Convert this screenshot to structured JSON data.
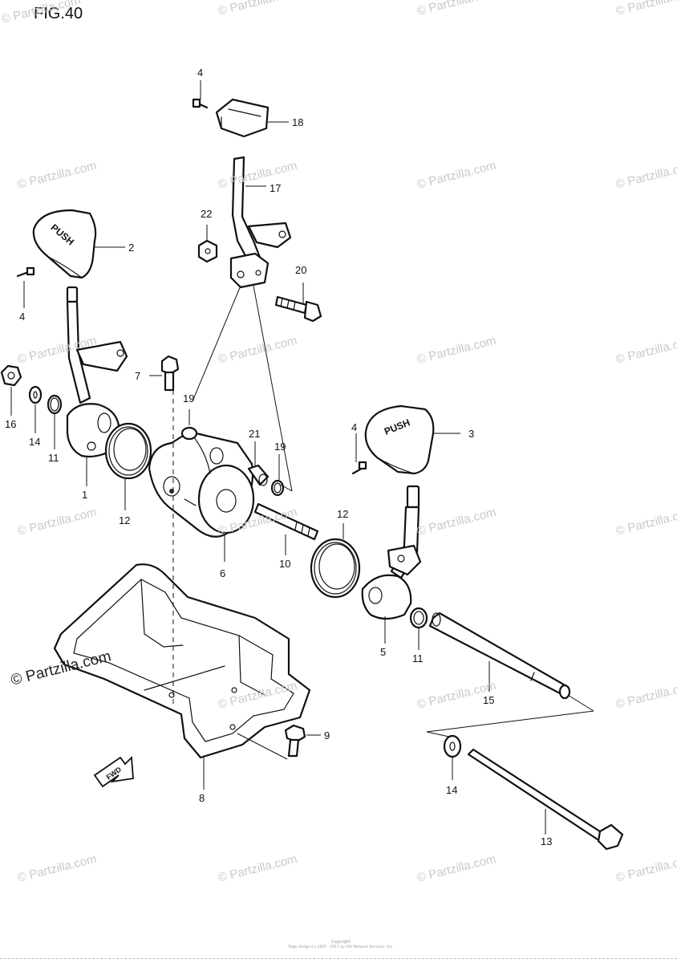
{
  "figure": {
    "title": "FIG.40"
  },
  "watermark": {
    "text": "© Partzilla.com",
    "prominent_text": "© Partzilla.com",
    "color": "#c9c9c9"
  },
  "callouts": {
    "c1": "1",
    "c2": "2",
    "c3": "3",
    "c4a": "4",
    "c4b": "4",
    "c4c": "4",
    "c5": "5",
    "c6": "6",
    "c7": "7",
    "c8": "8",
    "c9": "9",
    "c10": "10",
    "c11a": "11",
    "c11b": "11",
    "c12a": "12",
    "c12b": "12",
    "c13": "13",
    "c14a": "14",
    "c14b": "14",
    "c15": "15",
    "c16": "16",
    "c17": "17",
    "c18": "18",
    "c19a": "19",
    "c19b": "19",
    "c20": "20",
    "c21": "21",
    "c22": "22"
  },
  "parts": {
    "knob_2_label": "PUSH",
    "knob_3_label": "PUSH",
    "fwd_arrow_label": "FWD"
  },
  "footer": {
    "line1": "Copyright",
    "line2": "Page design (c) 2001 - 2017 by ARI Network Services, Inc."
  }
}
